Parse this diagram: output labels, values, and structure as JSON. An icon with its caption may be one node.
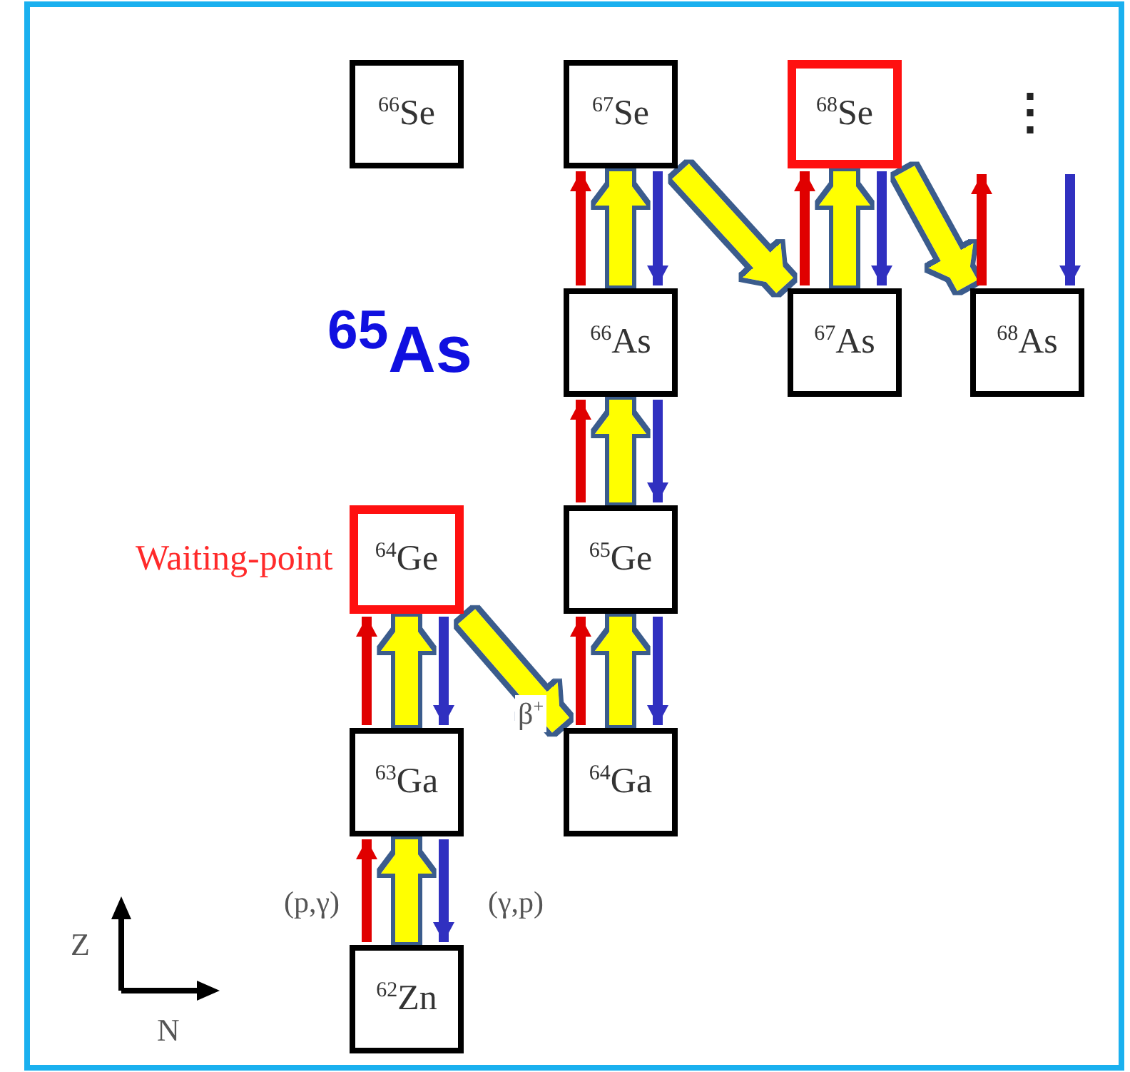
{
  "diagram": {
    "nodes": [
      {
        "text": [
          "$^{66}$Se"
        ]
      },
      {
        "text": [
          "$^{67}$Se"
        ]
      },
      {
        "text": [
          "$^{68}$Se"
        ]
      },
      {
        "text": [
          "$^{66}$As"
        ]
      },
      {
        "text": [
          "$^{67}$As"
        ]
      },
      {
        "text": [
          "$^{68}$As"
        ]
      },
      {
        "text": [
          "$^{64}$Ge"
        ],
        "beside": [
          "Waiting-point"
        ]
      },
      {
        "text": [
          "$^{65}$Ge"
        ]
      },
      {
        "text": [
          "$^{63}$Ga"
        ]
      },
      {
        "text": [
          "$^{64}$Ga"
        ]
      },
      {
        "text": [
          "$^{62}$Zn"
        ]
      }
    ],
    "edges": [
      {
        "from": 3,
        "to": 1,
        "arrow": "to",
        "color": "#e00000"
      },
      {
        "from": 3,
        "to": 1,
        "arrow": "to",
        "style": "thick",
        "color": "#ffff00"
      },
      {
        "from": 1,
        "to": 3,
        "arrow": "to",
        "color": "#3030c0"
      },
      {
        "from": 1,
        "to": 4,
        "arrow": "to",
        "style": "thick",
        "color": "#ffff00"
      },
      {
        "from": 4,
        "to": 2,
        "arrow": "to",
        "color": "#e00000"
      },
      {
        "from": 4,
        "to": 2,
        "arrow": "to",
        "style": "thick",
        "color": "#ffff00"
      },
      {
        "from": 2,
        "to": 4,
        "arrow": "to",
        "color": "#3030c0"
      },
      {
        "from": 2,
        "to": 5,
        "arrow": "to",
        "style": "thick",
        "color": "#ffff00"
      },
      {
        "from": 5,
        "to": null,
        "arrow": "to",
        "color": "#e00000"
      },
      {
        "from": null,
        "to": 5,
        "arrow": "to",
        "color": "#3030c0"
      },
      {
        "from": 7,
        "to": 3,
        "arrow": "to",
        "color": "#e00000"
      },
      {
        "from": 7,
        "to": 3,
        "arrow": "to",
        "style": "thick",
        "color": "#ffff00"
      },
      {
        "from": 3,
        "to": 7,
        "arrow": "to",
        "color": "#3030c0"
      },
      {
        "from": 8,
        "to": 6,
        "arrow": "to",
        "color": "#e00000"
      },
      {
        "from": 8,
        "to": 6,
        "arrow": "to",
        "style": "thick",
        "color": "#ffff00"
      },
      {
        "from": 6,
        "to": 8,
        "arrow": "to",
        "color": "#3030c0"
      },
      {
        "from": 6,
        "to": 9,
        "arrow": "to",
        "style": "thick",
        "color": "#ffff00",
        "label": "β$^{+}$"
      },
      {
        "from": 9,
        "to": 7,
        "arrow": "to",
        "color": "#e00000"
      },
      {
        "from": 9,
        "to": 7,
        "arrow": "to",
        "style": "thick",
        "color": "#ffff00"
      },
      {
        "from": 7,
        "to": 9,
        "arrow": "to",
        "color": "#3030c0"
      },
      {
        "from": 10,
        "to": 8,
        "arrow": "to",
        "color": "#e00000",
        "label": "(p,γ)"
      },
      {
        "from": 10,
        "to": 8,
        "arrow": "to",
        "style": "thick",
        "color": "#ffff00"
      },
      {
        "from": 8,
        "to": 10,
        "arrow": "to",
        "color": "#3030c0",
        "label": "(γ,p)"
      }
    ],
    "labels": [
      "⋮",
      "$^{65}$As",
      "Z",
      "N"
    ]
  }
}
